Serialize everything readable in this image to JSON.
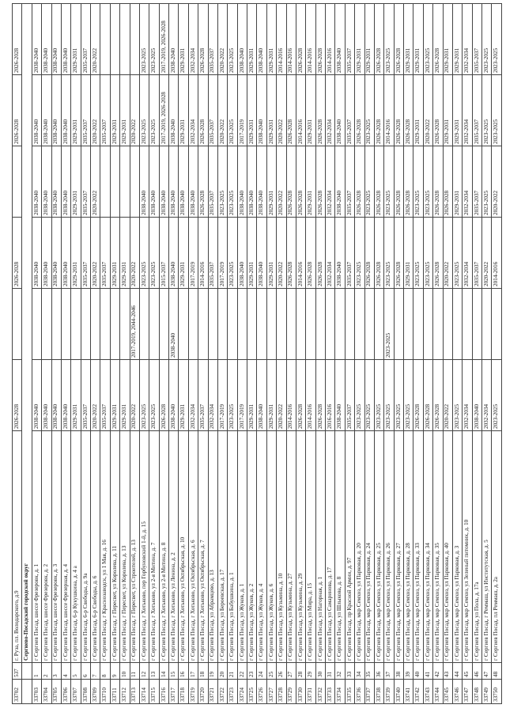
{
  "table": {
    "row_top": [
      "33702",
      "537",
      "г. Руза, пл. Володарского, д.9",
      "2026-2028",
      "",
      "2026-2028",
      "",
      "2026-2028",
      "2026-2028"
    ],
    "section_title": "Сергиево-Посадский городской округ",
    "rows": [
      [
        "33703",
        "1",
        "г Сергиев Посад, шоссе Фрезеровк, д. 1",
        "2038-2040",
        "",
        "2038-2040",
        "2038-2040",
        "2038-2040",
        "2038-2040"
      ],
      [
        "33704",
        "2",
        "г Сергиев Посад, шоссе Фрезеровк, д. 2",
        "2038-2040",
        "",
        "2038-2040",
        "2038-2040",
        "2038-2040",
        "2038-2040"
      ],
      [
        "33705",
        "3",
        "г Сергиев Посад, шоссе Фрезеровк, д. 3",
        "2038-2040",
        "",
        "2038-2040",
        "2038-2040",
        "2038-2040",
        "2038-2040"
      ],
      [
        "33706",
        "4",
        "г Сергиев Посад, шоссе Фрезерная, д. 4",
        "2038-2040",
        "",
        "2038-2040",
        "2038-2040",
        "2038-2040",
        "2038-2040"
      ],
      [
        "33707",
        "5",
        "г Сергиев Посад, 6-р Кукушкина, д. 4 а",
        "2029-2031",
        "",
        "2029-2031",
        "2029-2031",
        "2029-2031",
        "2029-2031"
      ],
      [
        "33708",
        "6",
        "г Сергиев Посад, 6-р Свободы, д. 9а",
        "2035-2037",
        "",
        "2035-2037",
        "2035-2037",
        "2035-2037",
        "2035-2037"
      ],
      [
        "33709",
        "7",
        "г Сергиев Посад, 6-р Свободы, д. 6",
        "2020-2022",
        "",
        "2020-2022",
        "2020-2022",
        "2020-2022",
        "2020-2022"
      ],
      [
        "33710",
        "8",
        "г Сергиев Посад, г Краснозаводск, ул 1 Мая, д. 16",
        "2035-2037",
        "",
        "2035-2037",
        "",
        "2035-2037",
        ""
      ],
      [
        "33711",
        "9",
        "г Сергиев Посад, г Пересвет, ул Королева, д. 11",
        "2029-2031",
        "",
        "2029-2031",
        "",
        "2029-2031",
        ""
      ],
      [
        "33712",
        "10",
        "г Сергиев Посад, г Пересвет, ул Королева, д. 13",
        "2029-2031",
        "",
        "2029-2031",
        "",
        "2029-2031",
        ""
      ],
      [
        "33713",
        "11",
        "г Сергиев Посад, г Пересвет, ул Строителей, д. 13",
        "2020-2022",
        "2017-2019, 2044-2046",
        "2020-2022",
        "",
        "2020-2022",
        ""
      ],
      [
        "33714",
        "12",
        "г Сергиев Посад, г Хотьково, пер Горбуновский 1-й, д. 15",
        "2023-2025",
        "",
        "2023-2025",
        "2038-2040",
        "2023-2025",
        "2023-2025"
      ],
      [
        "33715",
        "13",
        "г Сергиев Посад, г Хотьково, ул 2-я Митина, д. 7",
        "2023-2025",
        "",
        "2023-2025",
        "2038-2040",
        "2023-2025",
        "2023-2025"
      ],
      [
        "33716",
        "14",
        "г Сергиев Посад, г Хотьково, ул 2-я Митина, д. 8",
        "2026-2028",
        "",
        "2015-2037",
        "2038-2040",
        "2017-2019, 2026-2028",
        "2017-2019, 2026-2028"
      ],
      [
        "33717",
        "15",
        "г Сергиев Посад, г Хотьково, ул Ленина, д. 2",
        "2038-2040",
        "2038-2040",
        "2038-2040",
        "2038-2040",
        "2038-2040",
        "2038-2040"
      ],
      [
        "33718",
        "16",
        "г Сергиев Посад, г Хотьково, ул Октябрьская, д. 10",
        "2029-2031",
        "",
        "2029-2031",
        "2038-2040",
        "2029-2031",
        "2029-2031"
      ],
      [
        "33719",
        "17",
        "г Сергиев Посад, г Хотьково, ул Октябрьская, д. 6",
        "2032-2034",
        "",
        "2017-2019",
        "2038-2040",
        "2032-2034",
        "2032-2034"
      ],
      [
        "33720",
        "18",
        "г Сергиев Посад, г Хотьково, ул Октябрьская, д. 7",
        "2035-2037",
        "",
        "2014-2016",
        "2026-2028",
        "2026-2028",
        "2026-2028"
      ],
      [
        "33721",
        "19",
        "г Сергиев Посад, ул Абрамцево, д. 13",
        "2032-2034",
        "",
        "2035-2037",
        "2035-2037",
        "2035-2037",
        "2035-2037"
      ],
      [
        "33722",
        "20",
        "г Сергиев Посад, ул Бероевская, д. 17",
        "2017-2019",
        "",
        "2017-2019",
        "2023-2025",
        "2020-2022",
        "2020-2022"
      ],
      [
        "33723",
        "21",
        "г Сергиев Посад, ул Бабушкина, д. 1",
        "2023-2025",
        "",
        "2023-2025",
        "2023-2025",
        "2023-2025",
        "2023-2025"
      ],
      [
        "33724",
        "22",
        "г Сергиев Посад, ул Жуков, д. 1",
        "2017-2019",
        "",
        "2038-2040",
        "2038-2040",
        "2017-2019",
        "2038-2040"
      ],
      [
        "33725",
        "23",
        "г Сергиев Посад, ул Жуков, д. 2",
        "2029-2031",
        "",
        "2029-2031",
        "2038-2040",
        "2029-2031",
        "2029-2031"
      ],
      [
        "33726",
        "24",
        "г Сергиев Посад, ул Жуков, д. 4",
        "2038-2040",
        "",
        "2038-2040",
        "2038-2040",
        "2038-2040",
        "2038-2040"
      ],
      [
        "33727",
        "25",
        "г Сергиев Посад, ул Жуков, д. 6",
        "2029-2031",
        "",
        "2029-2031",
        "2029-2031",
        "2029-2031",
        "2029-2031"
      ],
      [
        "33728",
        "26",
        "г Сергиев Посад, ул Кузьмина, д. 10",
        "2020-2022",
        "",
        "2020-2022",
        "2020-2022",
        "2020-2022",
        "2014-2016"
      ],
      [
        "33729",
        "27",
        "г Сергиев Посад, ул Кузьмина, д. 27",
        "2014-2016",
        "",
        "2026-2028",
        "2026-2028",
        "2026-2028",
        "2014-2016"
      ],
      [
        "33730",
        "28",
        "г Сергиев Посад, ул Кузьмина, д. 29",
        "2026-2028",
        "",
        "2014-2016",
        "2026-2028",
        "2014-2016",
        "2026-2028"
      ],
      [
        "33731",
        "29",
        "г Сергиев Посад, ул Мира, д. 15",
        "2014-2016",
        "",
        "2026-2028",
        "2029-2031",
        "2029-2031",
        "2014-2016"
      ],
      [
        "33732",
        "30",
        "г Сергиев Посад, ул Нагорная, д. 1",
        "2026-2028",
        "",
        "2026-2028",
        "2026-2028",
        "2026-2028",
        "2026-2028"
      ],
      [
        "33733",
        "31",
        "г Сергиев Посад, ул Самаринова, д. 17",
        "2016-2016",
        "",
        "2032-2034",
        "2032-2034",
        "2032-2034",
        "2014-2016"
      ],
      [
        "33734",
        "32",
        "г Сергиев Посад, ул Шлыкова, д. 8",
        "2038-2040",
        "",
        "2038-2040",
        "2038-2040",
        "2038-2040",
        "2038-2040"
      ],
      [
        "33735",
        "33",
        "г Сергиев Посад, пр Красной Армии, д. 97",
        "2035-2037",
        "",
        "2035-2037",
        "2035-2037",
        "2035-2037",
        "2035-2037"
      ],
      [
        "33736",
        "34",
        "г Сергиев Посад, мкр Семхоз, ул Парковая, д. 20",
        "2023-2025",
        "",
        "2023-2025",
        "2026-2028",
        "2026-2028",
        "2029-2031"
      ],
      [
        "33737",
        "35",
        "г Сергиев Посад, мкр Семхоз, ул Парковая, д. 24",
        "2023-2025",
        "",
        "2026-2028",
        "2023-2025",
        "2023-2025",
        "2029-2031"
      ],
      [
        "33738",
        "36",
        "г Сергиев Посад, мкр Семхоз, ул Парковая, д. 25",
        "2023-2025",
        "",
        "2026-2028",
        "2026-2028",
        "2026-2028",
        "2026-2028"
      ],
      [
        "33739",
        "37",
        "г Сергиев Посад, мкр Семхоз, ул Парковая, д. 26",
        "2023-2025",
        "2023-2025",
        "2023-2025",
        "2023-2025",
        "2014-2016",
        "2023-2025"
      ],
      [
        "33740",
        "38",
        "г Сергиев Посад, мкр Семхоз, ул Парковая, д. 27",
        "2023-2025",
        "",
        "2026-2028",
        "2026-2028",
        "2026-2028",
        "2026-2028"
      ],
      [
        "33741",
        "39",
        "г Сергиев Посад, мкр Семхоз, ул Парковая, д. 28",
        "2023-2025",
        "",
        "2029-2031",
        "2026-2028",
        "2026-2028",
        "2029-2031"
      ],
      [
        "33742",
        "40",
        "г Сергиев Посад, мкр Семхоз, ул Парковая, д. 33",
        "2026-2028",
        "",
        "2023-2025",
        "2023-2025",
        "2029-2031",
        "2029-2031"
      ],
      [
        "33743",
        "41",
        "г Сергиев Посад, мкр Семхоз, ул Парковая, д. 34",
        "2026-2028",
        "",
        "2023-2025",
        "2023-2025",
        "2020-2022",
        "2023-2025"
      ],
      [
        "33744",
        "42",
        "г Сергиев Посад, мкр Семхоз, ул Парковая, д. 35",
        "2026-2028",
        "",
        "2026-2028",
        "2026-2028",
        "2026-2028",
        "2026-2028"
      ],
      [
        "33745",
        "43",
        "г Сергиев Посад, мкр Семхоз, ул Парковая, д. 40",
        "2020-2022",
        "",
        "2020-2022",
        "2026-2028",
        "2029-2031",
        "2029-2031"
      ],
      [
        "33746",
        "44",
        "г Сергиев Посад, мкр Семхоз, ул Парковая, д. 3",
        "2023-2025",
        "",
        "2023-2025",
        "2029-2031",
        "2029-2031",
        "2029-2031"
      ],
      [
        "33747",
        "45",
        "г Сергиев Посад, мкр Семхоз, ул Зеленый питомник, д. 10",
        "2032-2034",
        "",
        "2032-2034",
        "2032-2034",
        "2032-2034",
        "2032-2034"
      ],
      [
        "33748",
        "46",
        "г Сергиев Посад, ул Пола, д. 17а",
        "2038-2040",
        "",
        "2035-2037",
        "2035-2037",
        "2035-2037",
        "2035-2037"
      ],
      [
        "33749",
        "47",
        "г Сергиев Посад, г Реммаш, ул Институтская, д. 5",
        "2032-2034",
        "",
        "2020-2022",
        "2023-2025",
        "2023-2025",
        "2023-2025"
      ],
      [
        "33750",
        "48",
        "г Сергиев Посад, пл Реммаш, д. 2а",
        "2023-2025",
        "",
        "2014-2016",
        "2020-2022",
        "2023-2025",
        "2023-2025"
      ]
    ]
  }
}
